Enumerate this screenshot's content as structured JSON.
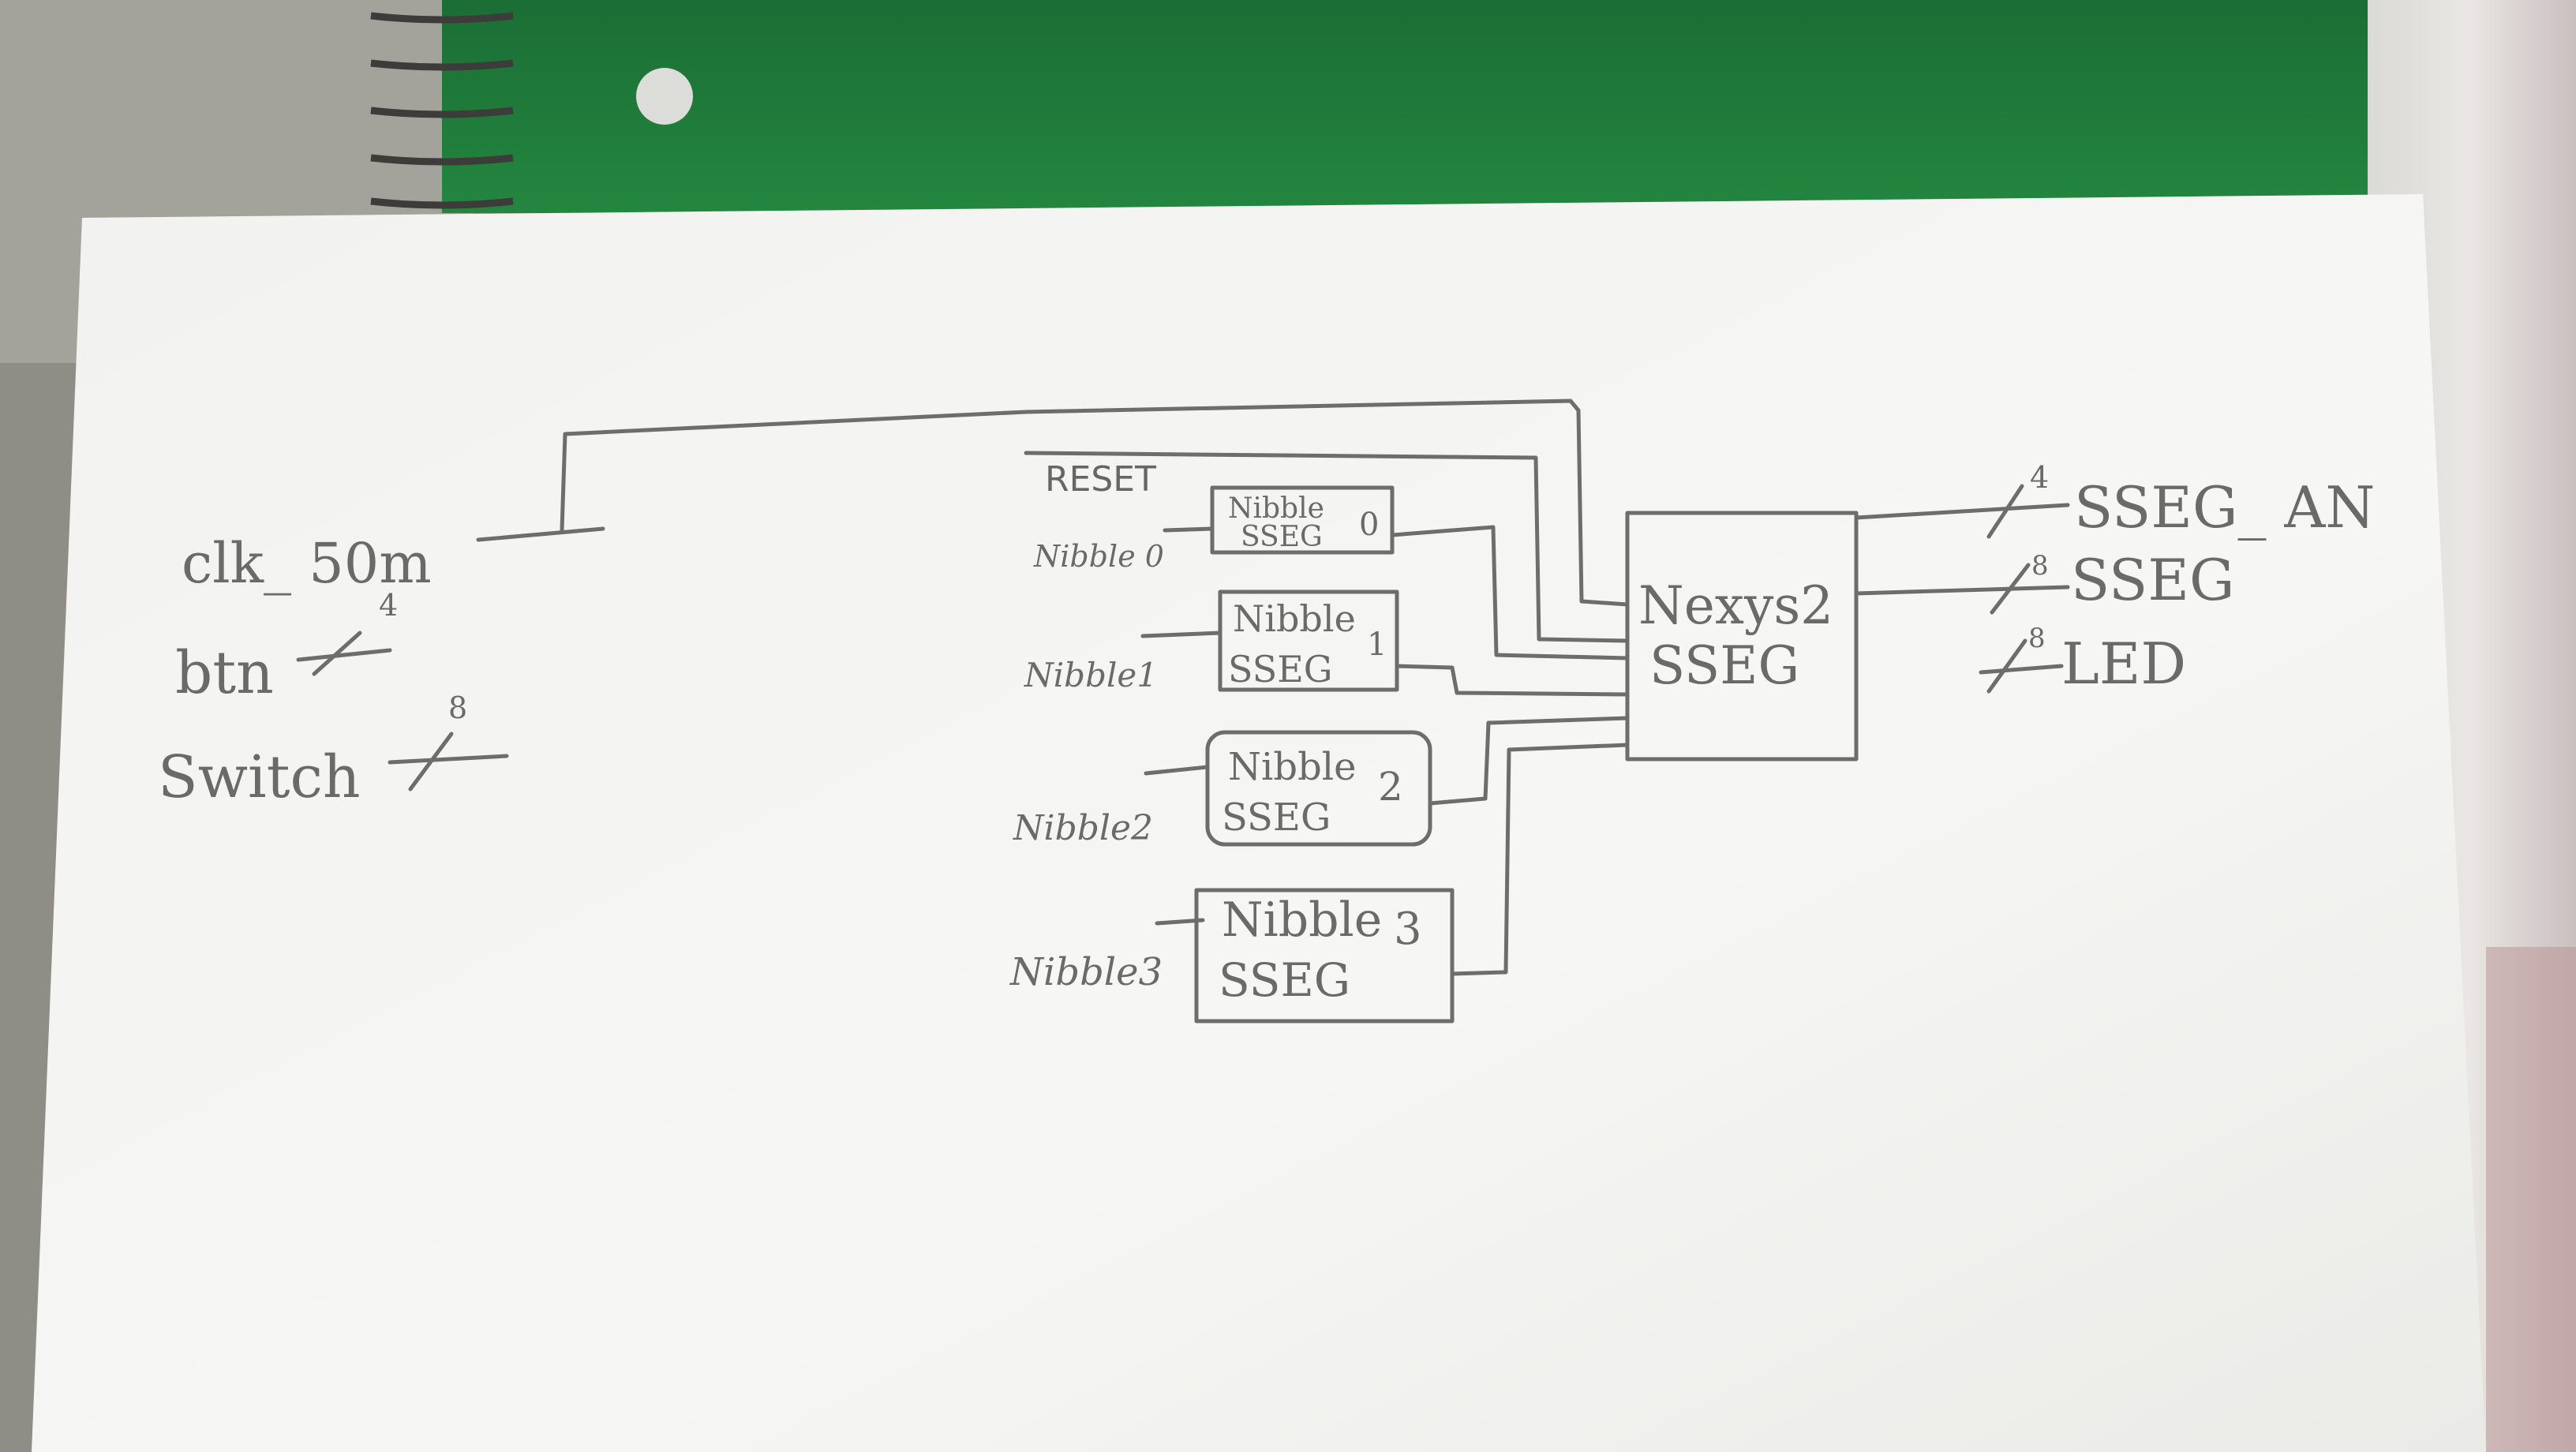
{
  "inputs": {
    "clk": "clk_ 50m",
    "btn": "btn",
    "btn_width": "4",
    "switch": "Switch",
    "switch_width": "8"
  },
  "reset": "RESET",
  "nibble_modules": [
    {
      "input": "Nibble 0",
      "line1": "Nibble",
      "line2": "SSEG",
      "index": "0"
    },
    {
      "input": "Nibble1",
      "line1": "Nibble",
      "line2": "SSEG",
      "index": "1"
    },
    {
      "input": "Nibble2",
      "line1": "Nibble",
      "line2": "SSEG",
      "index": "2"
    },
    {
      "input": "Nibble3",
      "line1": "Nibble",
      "line2": "SSEG",
      "index": "3"
    }
  ],
  "top_module": {
    "line1": "Nexys2",
    "line2": "SSEG"
  },
  "outputs": [
    {
      "label": "SSEG_ AN",
      "width": "4"
    },
    {
      "label": "SSEG",
      "width": "8"
    },
    {
      "label": "LED",
      "width": "8"
    }
  ],
  "colors": {
    "paper": "#f4f4f2",
    "pencil": "#6d6d6b",
    "notebook": "#1f7a3c",
    "desk": "#8e8d86"
  }
}
